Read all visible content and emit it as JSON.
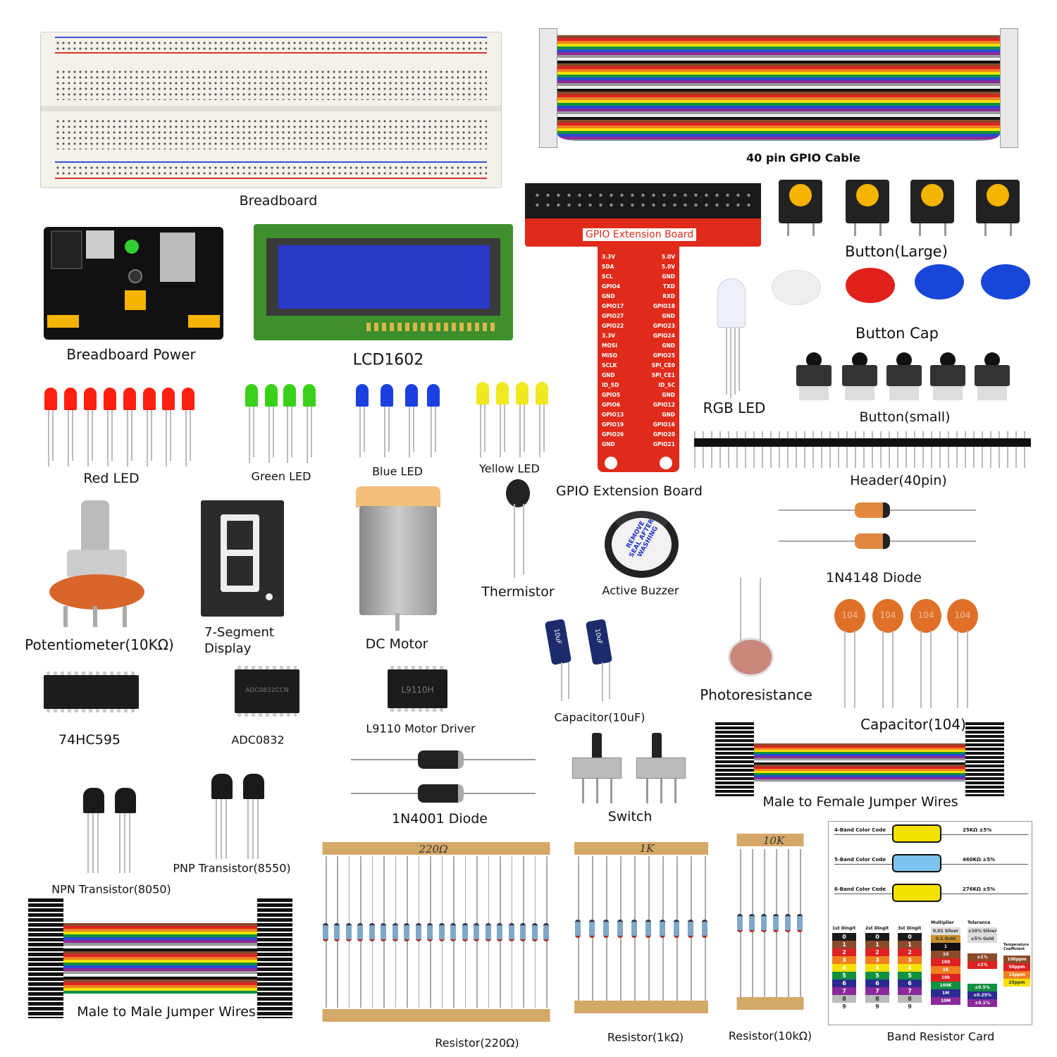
{
  "labels": {
    "breadboard": "Breadboard",
    "gpio_cable": "40 pin GPIO Cable",
    "breadboard_power": "Breadboard Power",
    "lcd": "LCD1602",
    "gpio_board": "GPIO Extension Board",
    "button_large": "Button(Large)",
    "button_cap": "Button Cap",
    "rgb_led": "RGB LED",
    "button_small": "Button(small)",
    "header": "Header(40pin)",
    "red_led": "Red LED",
    "green_led": "Green LED",
    "blue_led": "Blue LED",
    "yellow_led": "Yellow LED",
    "thermistor": "Thermistor",
    "buzzer": "Active Buzzer",
    "diode_4148": "1N4148 Diode",
    "potentiometer": "Potentiometer(10KΩ)",
    "seven_segment_1": "7-Segment",
    "seven_segment_2": "Display",
    "dc_motor": "DC Motor",
    "photoresistance": "Photoresistance",
    "cap_10uf": "Capacitor(10uF)",
    "cap_104": "Capacitor(104)",
    "ic_74hc595": "74HC595",
    "adc0832": "ADC0832",
    "l9110": "L9110 Motor Driver",
    "diode_4001": "1N4001 Diode",
    "switch": "Switch",
    "mf_jumper": "Male to Female Jumper Wires",
    "npn": "NPN Transistor(8050)",
    "pnp": "PNP Transistor(8550)",
    "mm_jumper": "Male to Male Jumper Wires",
    "res_220": "Resistor(220Ω)",
    "res_1k": "Resistor(1kΩ)",
    "res_10k": "Resistor(10kΩ)",
    "band_card": "Band Resistor Card"
  },
  "markings": {
    "gpio_board_silk": "GPIO Extension Board",
    "cap_code": "104",
    "tape_220": "220Ω",
    "tape_1k": "1K",
    "tape_10k": "10K",
    "buzzer_seal": "REMOVE SEAL AFTER WASHING",
    "chip_l9110": "L9110H",
    "chip_adc": "ADC0832CCN",
    "cap_10uf_text": "10uF"
  },
  "gpio_pins": {
    "left": [
      "3.3V",
      "SDA",
      "SCL",
      "GPIO4",
      "GND",
      "GPIO17",
      "GPIO27",
      "GPIO22",
      "3.3V",
      "MOSI",
      "MISO",
      "SCLK",
      "GND",
      "ID_SD",
      "GPIO5",
      "GPIO6",
      "GPIO13",
      "GPIO19",
      "GPIO26",
      "GND"
    ],
    "right": [
      "5.0V",
      "5.0V",
      "GND",
      "TXD",
      "RXD",
      "GPIO18",
      "GND",
      "GPIO23",
      "GPIO24",
      "GND",
      "GPIO25",
      "SPI_CE0",
      "SPI_CE1",
      "ID_SC",
      "GND",
      "GPIO12",
      "GND",
      "GPIO16",
      "GPIO20",
      "GPIO21"
    ]
  },
  "resistor_card": {
    "rows": [
      {
        "name": "4-Band Color Code",
        "value": "25KΩ ±5%"
      },
      {
        "name": "5-Band Color Code",
        "value": "460KΩ ±5%"
      },
      {
        "name": "6-Band Color Code",
        "value": "276KΩ ±5%"
      }
    ],
    "headers": [
      "1st Dingit",
      "2st Dingit",
      "3st Dingit",
      "Multiplier",
      "Tolerance",
      "Temperature Coefficient"
    ],
    "digits": [
      "0",
      "1",
      "2",
      "3",
      "4",
      "5",
      "6",
      "7",
      "8",
      "9"
    ],
    "digit_colors": [
      "#1a1a1a",
      "#8b4a2b",
      "#d22",
      "#f08020",
      "#f5e100",
      "#109040",
      "#2a2a90",
      "#8a2a9a",
      "#bbb",
      "#fff"
    ],
    "multiplier": [
      "0.01 Silver",
      "0.1 Gold",
      "1",
      "10",
      "100",
      "1K",
      "10k",
      "100K",
      "1M",
      "10M"
    ],
    "multiplier_colors": [
      "#ddd",
      "#c8902a",
      "#111",
      "#8b4a2b",
      "#d22",
      "#f08020",
      "#d22",
      "#109040",
      "#2a2a90",
      "#8a2a9a"
    ],
    "tolerance": [
      "±10% Silver",
      "±5% Gold",
      "±1%",
      "±2%",
      "±0.5%",
      "±0.25%",
      "±0.1%"
    ],
    "tolerance_colors": [
      "#ddd",
      "#ddd",
      "#8b4a2b",
      "#d22",
      "#109040",
      "#2a2a90",
      "#8a2a9a"
    ],
    "tempco": [
      "100ppm",
      "50ppm",
      "15ppm",
      "25ppm"
    ],
    "tempco_colors": [
      "#8b4a2b",
      "#d22",
      "#f08020",
      "#f5e100"
    ]
  },
  "colors": {
    "pcb_red": "#e02a1a",
    "lcd_blue": "#2838c8",
    "lcd_green": "#3f8f2f",
    "resistor_body": "#7fa8c8",
    "tape": "#d4a867"
  }
}
